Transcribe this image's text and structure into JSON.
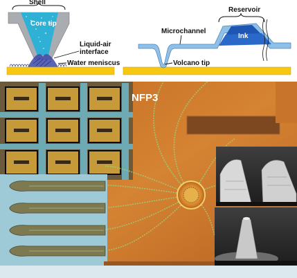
{
  "left_diagram": {
    "shell": "Shell",
    "core_tip": "Core tip",
    "liquid_air_1": "Liquid-air",
    "liquid_air_2": "interface",
    "water_meniscus": "Water meniscus"
  },
  "right_diagram": {
    "reservoir": "Reservoir",
    "ink": "Ink",
    "microchannel": "Microchannel",
    "volcano_tip": "Volcano tip"
  },
  "photo": {
    "device_name": "NFP3"
  },
  "colors": {
    "shell_gray": "#a9acb0",
    "core_cyan": "#2fb1d6",
    "substrate_yellow": "#f6c812",
    "ink_blue": "#1f56b3",
    "chip_orange": "#cf7a2c"
  }
}
